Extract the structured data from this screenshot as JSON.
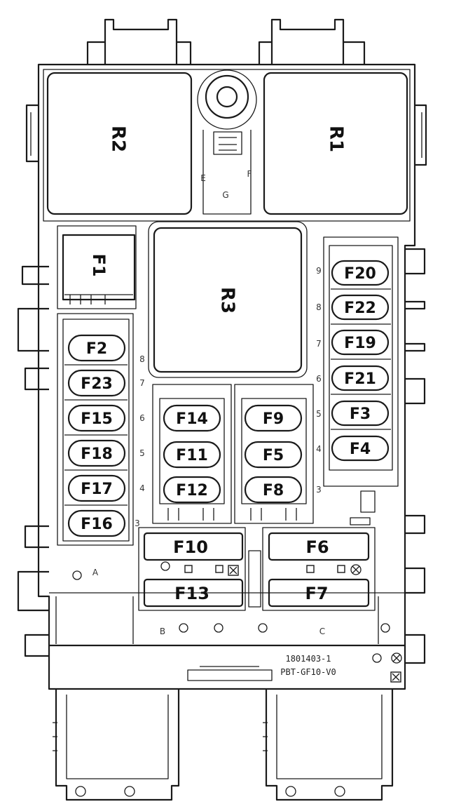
{
  "relays": {
    "r1": "R1",
    "r2": "R2",
    "r3": "R3"
  },
  "fuses": {
    "f1": "F1",
    "f2": "F2",
    "f3": "F3",
    "f4": "F4",
    "f5": "F5",
    "f6": "F6",
    "f7": "F7",
    "f8": "F8",
    "f9": "F9",
    "f10": "F10",
    "f11": "F11",
    "f12": "F12",
    "f13": "F13",
    "f14": "F14",
    "f15": "F15",
    "f16": "F16",
    "f17": "F17",
    "f18": "F18",
    "f19": "F19",
    "f20": "F20",
    "f21": "F21",
    "f22": "F22",
    "f23": "F23"
  },
  "connectors": {
    "a": "A",
    "b": "B",
    "c": "C",
    "e": "E",
    "f": "F",
    "g": "G"
  },
  "slot_numbers": {
    "left": [
      "8",
      "7",
      "6",
      "5",
      "4",
      "3"
    ],
    "right": [
      "9",
      "8",
      "7",
      "6",
      "5",
      "4",
      "3"
    ]
  },
  "part_codes": {
    "line1": "1801403-1",
    "line2": "PBT-GF10-V0"
  }
}
